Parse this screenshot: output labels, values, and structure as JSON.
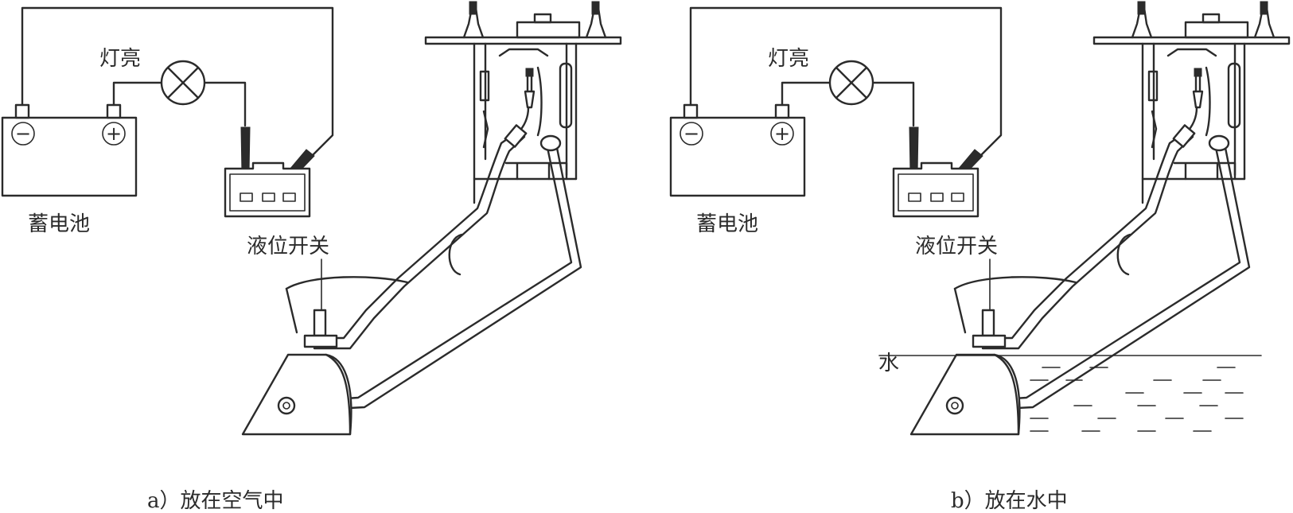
{
  "panels": [
    {
      "battery_label": "蓄电池",
      "lamp_label": "灯亮",
      "switch_label": "液位开关",
      "water_label": "",
      "caption": "a）放在空气中",
      "minus_symbol": "−",
      "plus_symbol": "+"
    },
    {
      "battery_label": "蓄电池",
      "lamp_label": "灯亮",
      "switch_label": "液位开关",
      "water_label": "水",
      "caption": "b）放在水中",
      "minus_symbol": "−",
      "plus_symbol": "+"
    }
  ],
  "colors": {
    "line": "#2b2b2b",
    "background": "#ffffff"
  }
}
